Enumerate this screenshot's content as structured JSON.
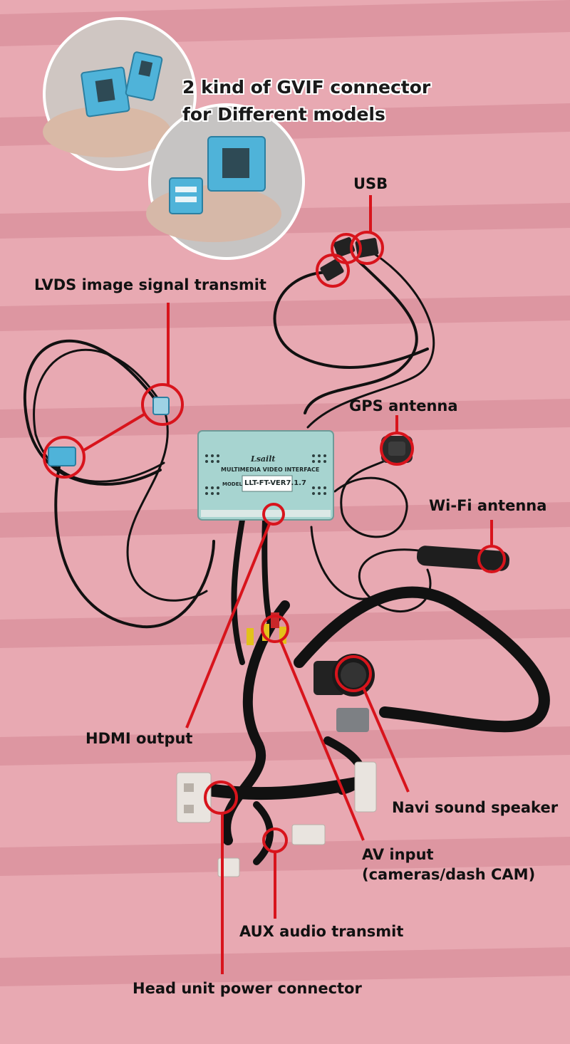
{
  "headline": {
    "line1": "2 kind of GVIF connector",
    "line2": "for Different models"
  },
  "interface_box": {
    "brand": "Lsailt",
    "title": "MULTIMEDIA VIDEO INTERFACE",
    "model_label": "MODEL",
    "model_value": "LLT-FT-VER7.1.7"
  },
  "callouts": {
    "usb": "USB",
    "lvds": "LVDS image signal transmit",
    "gps": "GPS antenna",
    "wifi": "Wi-Fi antenna",
    "hdmi": "HDMI output",
    "speaker": "Navi sound speaker",
    "av_input": "AV input\n(cameras/dash CAM)",
    "aux": "AUX audio transmit",
    "power": "Head unit power connector"
  },
  "colors": {
    "background": "#e8a9b2",
    "stripe": "#dd96a1",
    "callout_red": "#d8141c",
    "cable": "#111111",
    "box_teal": "#a7d4d0",
    "connector_blue": "#4fb3d9"
  }
}
